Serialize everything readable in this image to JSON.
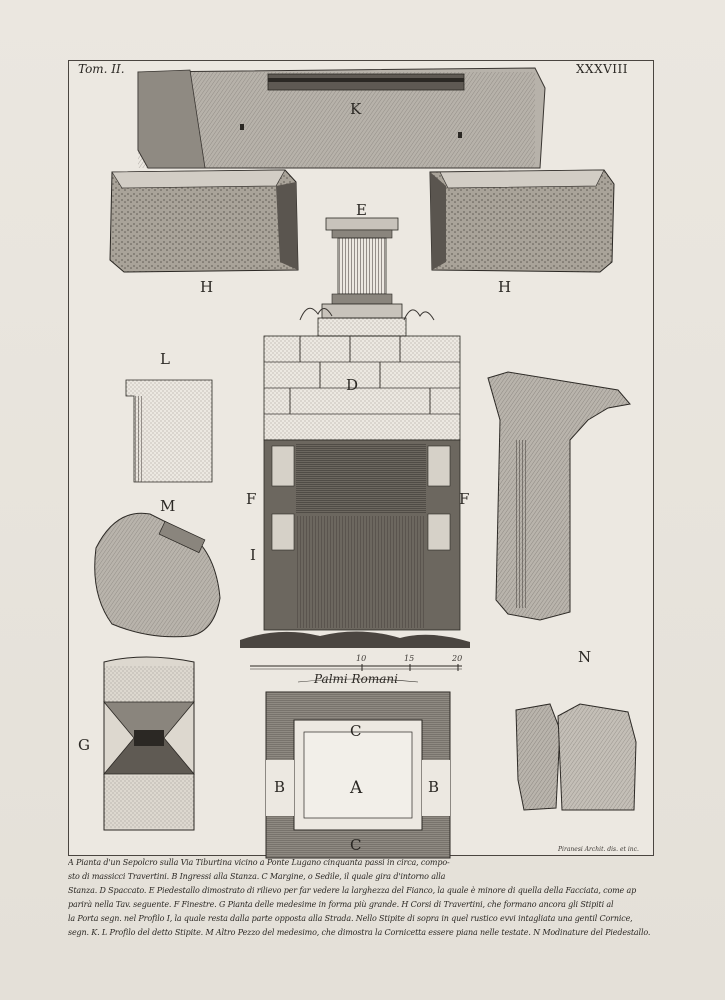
{
  "plate": {
    "volume": "Tom. II.",
    "number": "XXXVIII",
    "signature": "Piranesi Archit. dis. et inc."
  },
  "labels": {
    "K": "K",
    "E": "E",
    "H_left": "H",
    "H_right": "H",
    "L": "L",
    "D": "D",
    "F_left": "F",
    "F_right": "F",
    "M": "M",
    "I": "I",
    "N": "N",
    "G": "G",
    "C_top": "C",
    "C_bottom": "C",
    "A": "A",
    "B_left": "B",
    "B_right": "B"
  },
  "scale": {
    "title": "Palmi Romani",
    "ticks": [
      "10",
      "15",
      "20"
    ]
  },
  "caption": {
    "lines": [
      "A Pianta d'un Sepolcro sulla Via Tiburtina vicino a Ponte Lugano cinquanta passi in circa, compo-",
      "sto di massicci Travertini. B Ingressi alla Stanza. C Margine, o Sedile, il quale gira d'intorno alla",
      "Stanza. D Spaccato. E Piedestallo dimostrato di rilievo per far vedere la larghezza del Fianco, la quale è minore di quella della Facciata, come ap",
      "parirà nella Tav. seguente. F Finestre. G Pianta delle medesime in forma più grande. H Corsi di Travertini, che formano ancora gli Stipiti al",
      "la Porta segn. nel Profilo I, la quale resta dalla parte opposta alla Strada. Nello Stipite di sopra in quel rustico evvi intagliata una gentil Cornice,",
      "segn. K. L Profilo del detto Stipite. M Altro Pezzo del medesimo, che dimostra la Cornicetta essere piana nelle testate. N Modinature del Piedestallo."
    ]
  }
}
